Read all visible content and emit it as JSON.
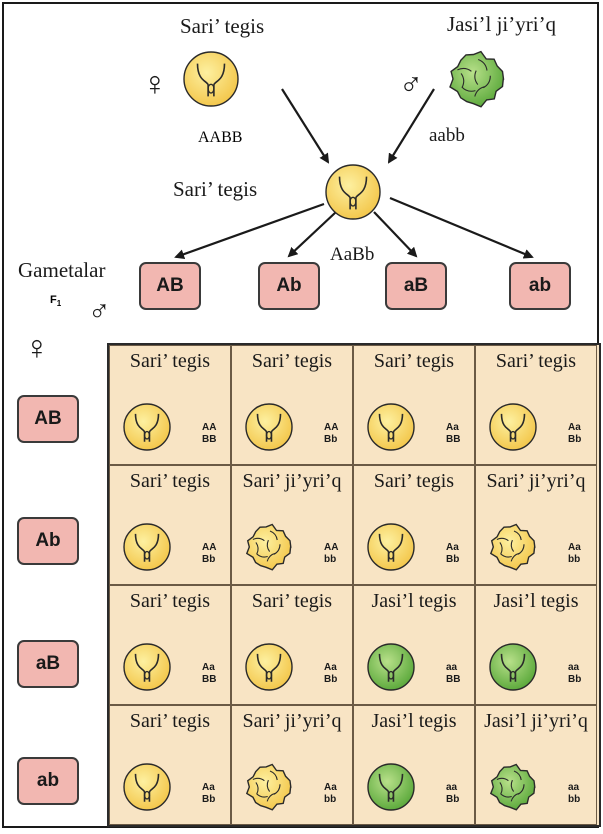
{
  "parents": {
    "female": {
      "symbol": "♀",
      "phenotype": "Sari’ tegis",
      "genotype": "AABB"
    },
    "male": {
      "symbol": "♂",
      "phenotype": "Jasi’l ji’yri’q",
      "genotype": "aabb"
    }
  },
  "f1": {
    "phenotype": "Sari’ tegis",
    "genotype": "AaBb",
    "label": "F",
    "label_sub": "1",
    "male_symbol": "♂",
    "female_symbol": "♀"
  },
  "gametes_label": "Gametalar",
  "gametes": [
    "AB",
    "Ab",
    "aB",
    "ab"
  ],
  "grid": [
    [
      {
        "title": "Sari’ tegis",
        "g1": "AA",
        "g2": "BB",
        "type": "yellow-smooth"
      },
      {
        "title": "Sari’ tegis",
        "g1": "AA",
        "g2": "Bb",
        "type": "yellow-smooth"
      },
      {
        "title": "Sari’ tegis",
        "g1": "Aa",
        "g2": "BB",
        "type": "yellow-smooth"
      },
      {
        "title": "Sari’ tegis",
        "g1": "Aa",
        "g2": "Bb",
        "type": "yellow-smooth"
      }
    ],
    [
      {
        "title": "Sari’ tegis",
        "g1": "AA",
        "g2": "Bb",
        "type": "yellow-smooth"
      },
      {
        "title": "Sari’ ji’yri’q",
        "g1": "AA",
        "g2": "bb",
        "type": "yellow-wrinkled"
      },
      {
        "title": "Sari’ tegis",
        "g1": "Aa",
        "g2": "Bb",
        "type": "yellow-smooth"
      },
      {
        "title": "Sari’ ji’yri’q",
        "g1": "Aa",
        "g2": "bb",
        "type": "yellow-wrinkled"
      }
    ],
    [
      {
        "title": "Sari’ tegis",
        "g1": "Aa",
        "g2": "BB",
        "type": "yellow-smooth"
      },
      {
        "title": "Sari’ tegis",
        "g1": "Aa",
        "g2": "Bb",
        "type": "yellow-smooth"
      },
      {
        "title": "Jasi’l tegis",
        "g1": "aa",
        "g2": "BB",
        "type": "green-smooth"
      },
      {
        "title": "Jasi’l tegis",
        "g1": "aa",
        "g2": "Bb",
        "type": "green-smooth"
      }
    ],
    [
      {
        "title": "Sari’ tegis",
        "g1": "Aa",
        "g2": "Bb",
        "type": "yellow-smooth"
      },
      {
        "title": "Sari’ ji’yri’q",
        "g1": "Aa",
        "g2": "bb",
        "type": "yellow-wrinkled"
      },
      {
        "title": "Jasi’l tegis",
        "g1": "aa",
        "g2": "Bb",
        "type": "green-smooth"
      },
      {
        "title": "Jasi’l ji’yri’q",
        "g1": "aa",
        "g2": "bb",
        "type": "green-wrinkled"
      }
    ]
  ],
  "colors": {
    "yellow": "#f3c64a",
    "yellow_light": "#fdf0a0",
    "green": "#5aa83a",
    "green_light": "#b8e08a",
    "gamete_fill": "#f2b7b1",
    "grid_fill": "#f8e4c4"
  }
}
